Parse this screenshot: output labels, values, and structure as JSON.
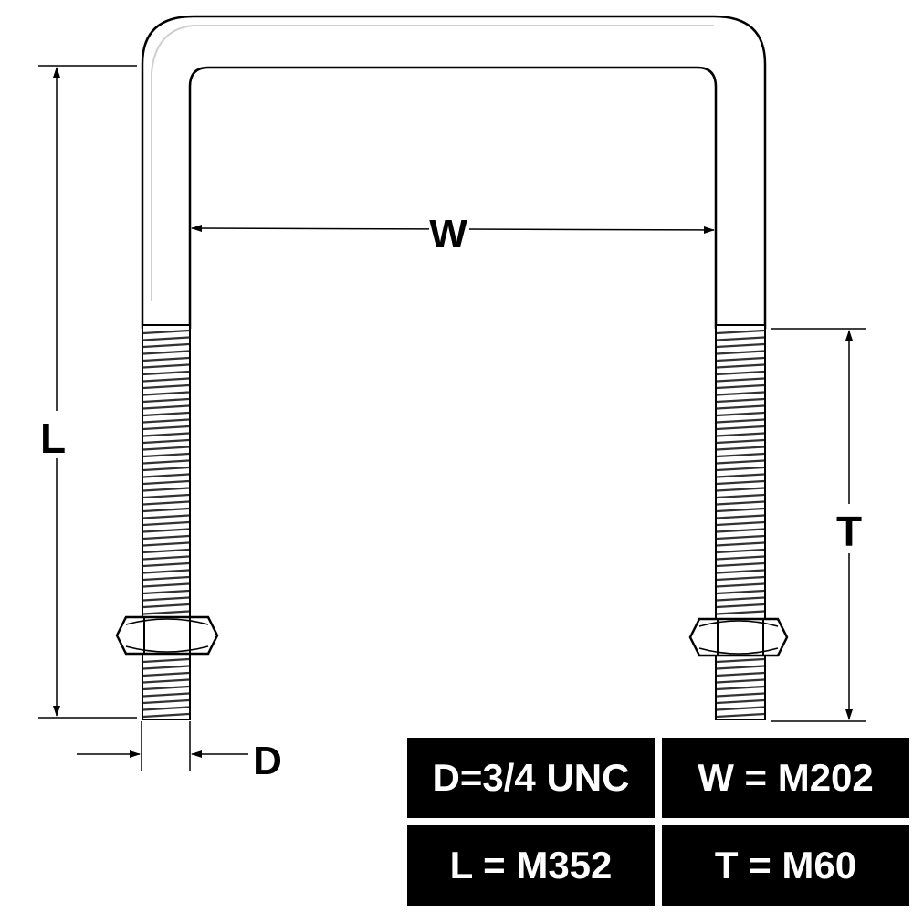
{
  "dimension_labels": {
    "width": "W",
    "length": "L",
    "thread": "T",
    "diameter": "D"
  },
  "specs": [
    {
      "text": "D=3/4 UNC"
    },
    {
      "text": "W = M202"
    },
    {
      "text": "L = M352"
    },
    {
      "text": "T = M60"
    }
  ],
  "colors": {
    "line": "#000000",
    "metal_fill": "#ffffff",
    "background": "#ffffff",
    "table_background": "#000000",
    "table_text": "#ffffff"
  }
}
